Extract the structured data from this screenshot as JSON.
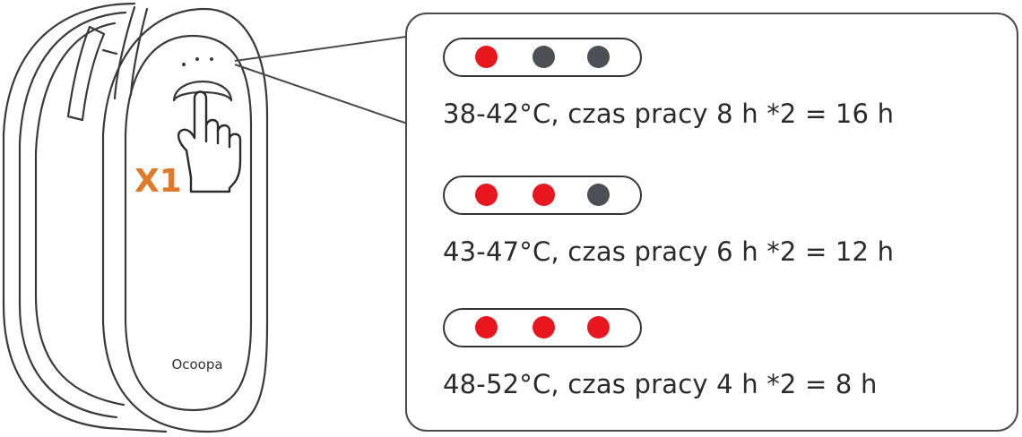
{
  "device": {
    "brand": "Ocoopa",
    "press_count": "X1",
    "accent_color": "#e07a2a"
  },
  "colors": {
    "on": "#e8161f",
    "off": "#4d4f55"
  },
  "modes": [
    {
      "lights": [
        "on",
        "off",
        "off"
      ],
      "text": "38-42°C, czas pracy 8 h *2 = 16 h"
    },
    {
      "lights": [
        "on",
        "on",
        "off"
      ],
      "text": "43-47°C, czas pracy 6 h *2 = 12 h"
    },
    {
      "lights": [
        "on",
        "on",
        "on"
      ],
      "text": "48-52°C, czas pracy 4 h *2 = 8 h"
    }
  ]
}
